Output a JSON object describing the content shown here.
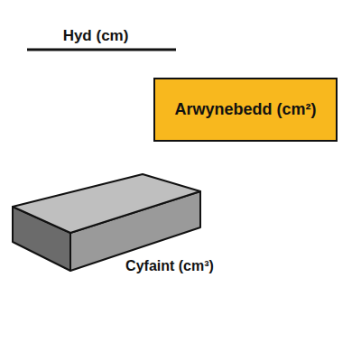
{
  "diagram": {
    "nodes": [
      {
        "text": [
          "Arwynebedd (cm²)"
        ]
      }
    ],
    "labels": [
      "Hyd (cm)",
      "Cyfaint (cm³)"
    ]
  }
}
